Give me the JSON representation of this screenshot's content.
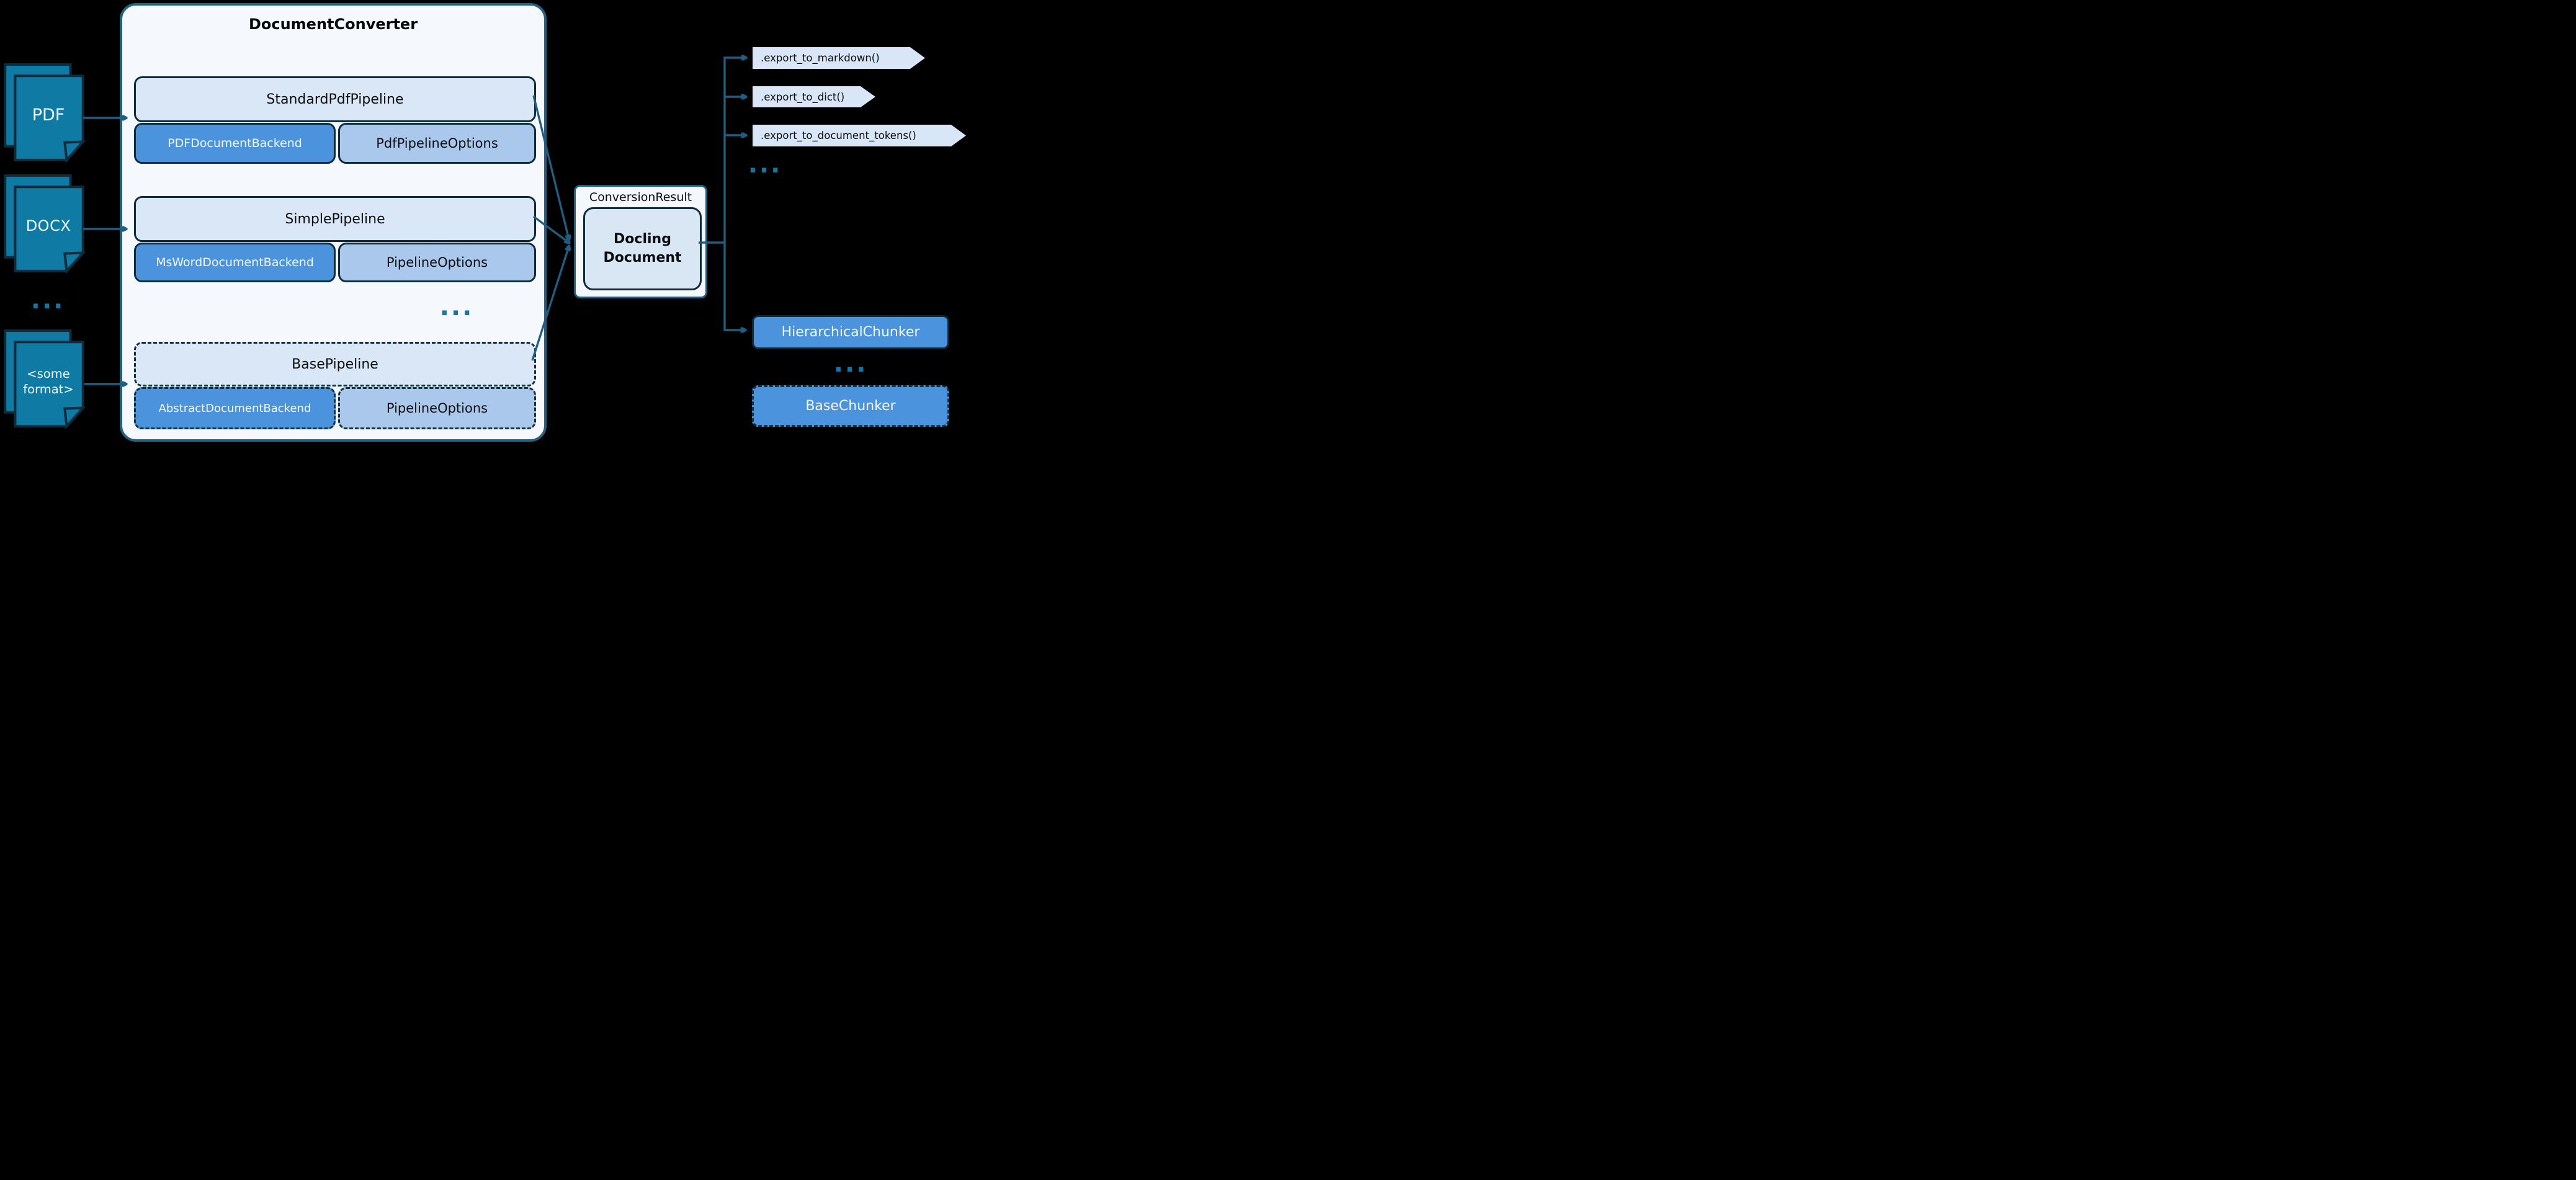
{
  "colors": {
    "canvas_bg": "#000000",
    "teal_line": "#1e5e82",
    "doc_fill": "#0f7ba4",
    "dark_border": "#0f2c3d",
    "converter_border": "#236381",
    "converter_fill": "#f5f8fc",
    "pipeline_fill": "#d9e7f6",
    "backend_fill": "#4b93dc",
    "options_fill": "#a9c8ec",
    "chevron_fill": "#d9e6f7",
    "chunker_fill": "#4b93dc",
    "result_fill": "#f4f7fb",
    "dots": "#1377a3"
  },
  "sources": {
    "pdf": "PDF",
    "docx": "DOCX",
    "ellipsis": "...",
    "other": "<some\nformat>"
  },
  "converter": {
    "title": "DocumentConverter",
    "ellipsis": "...",
    "rows": [
      {
        "pipeline": "StandardPdfPipeline",
        "backend": "PDFDocumentBackend",
        "options": "PdfPipelineOptions"
      },
      {
        "pipeline": "SimplePipeline",
        "backend": "MsWordDocumentBackend",
        "options": "PipelineOptions"
      },
      {
        "pipeline": "BasePipeline",
        "backend": "AbstractDocumentBackend",
        "options": "PipelineOptions"
      }
    ]
  },
  "result": {
    "label": "ConversionResult",
    "document": "Docling\nDocument"
  },
  "exports": {
    "items": [
      ".export_to_markdown()",
      ".export_to_dict()",
      ".export_to_document_tokens()"
    ],
    "ellipsis": "..."
  },
  "chunkers": {
    "hierarchical": "HierarchicalChunker",
    "ellipsis": "...",
    "base": "BaseChunker"
  }
}
